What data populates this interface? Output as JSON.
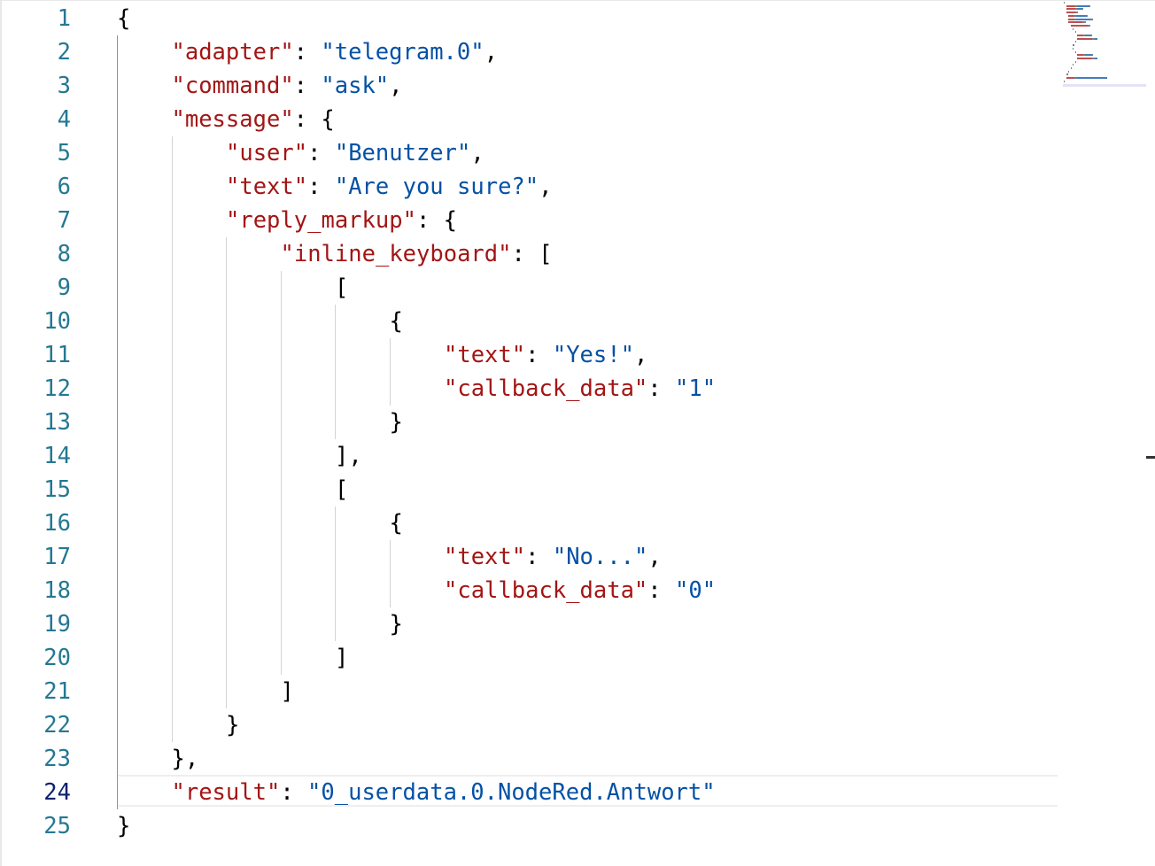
{
  "editor": {
    "language": "json",
    "active_line": 24,
    "colors": {
      "key": "#a31515",
      "string": "#0451a5",
      "punctuation": "#000000",
      "line_number": "#237893",
      "line_number_active": "#0b216f"
    }
  },
  "lines": [
    {
      "number": "1",
      "tokens": [
        {
          "t": "p",
          "v": "{"
        }
      ]
    },
    {
      "number": "2",
      "tokens": [
        {
          "t": "k",
          "v": "\"adapter\""
        },
        {
          "t": "p",
          "v": ": "
        },
        {
          "t": "s",
          "v": "\"telegram.0\""
        },
        {
          "t": "p",
          "v": ","
        }
      ]
    },
    {
      "number": "3",
      "tokens": [
        {
          "t": "k",
          "v": "\"command\""
        },
        {
          "t": "p",
          "v": ": "
        },
        {
          "t": "s",
          "v": "\"ask\""
        },
        {
          "t": "p",
          "v": ","
        }
      ]
    },
    {
      "number": "4",
      "tokens": [
        {
          "t": "k",
          "v": "\"message\""
        },
        {
          "t": "p",
          "v": ": {"
        }
      ]
    },
    {
      "number": "5",
      "tokens": [
        {
          "t": "k",
          "v": "\"user\""
        },
        {
          "t": "p",
          "v": ": "
        },
        {
          "t": "s",
          "v": "\"Benutzer\""
        },
        {
          "t": "p",
          "v": ","
        }
      ]
    },
    {
      "number": "6",
      "tokens": [
        {
          "t": "k",
          "v": "\"text\""
        },
        {
          "t": "p",
          "v": ": "
        },
        {
          "t": "s",
          "v": "\"Are you sure?\""
        },
        {
          "t": "p",
          "v": ","
        }
      ]
    },
    {
      "number": "7",
      "tokens": [
        {
          "t": "k",
          "v": "\"reply_markup\""
        },
        {
          "t": "p",
          "v": ": {"
        }
      ]
    },
    {
      "number": "8",
      "tokens": [
        {
          "t": "k",
          "v": "\"inline_keyboard\""
        },
        {
          "t": "p",
          "v": ": ["
        }
      ]
    },
    {
      "number": "9",
      "tokens": [
        {
          "t": "p",
          "v": "["
        }
      ]
    },
    {
      "number": "10",
      "tokens": [
        {
          "t": "p",
          "v": "{"
        }
      ]
    },
    {
      "number": "11",
      "tokens": [
        {
          "t": "k",
          "v": "\"text\""
        },
        {
          "t": "p",
          "v": ": "
        },
        {
          "t": "s",
          "v": "\"Yes!\""
        },
        {
          "t": "p",
          "v": ","
        }
      ]
    },
    {
      "number": "12",
      "tokens": [
        {
          "t": "k",
          "v": "\"callback_data\""
        },
        {
          "t": "p",
          "v": ": "
        },
        {
          "t": "s",
          "v": "\"1\""
        }
      ]
    },
    {
      "number": "13",
      "tokens": [
        {
          "t": "p",
          "v": "}"
        }
      ]
    },
    {
      "number": "14",
      "tokens": [
        {
          "t": "p",
          "v": "],"
        }
      ]
    },
    {
      "number": "15",
      "tokens": [
        {
          "t": "p",
          "v": "["
        }
      ]
    },
    {
      "number": "16",
      "tokens": [
        {
          "t": "p",
          "v": "{"
        }
      ]
    },
    {
      "number": "17",
      "tokens": [
        {
          "t": "k",
          "v": "\"text\""
        },
        {
          "t": "p",
          "v": ": "
        },
        {
          "t": "s",
          "v": "\"No...\""
        },
        {
          "t": "p",
          "v": ","
        }
      ]
    },
    {
      "number": "18",
      "tokens": [
        {
          "t": "k",
          "v": "\"callback_data\""
        },
        {
          "t": "p",
          "v": ": "
        },
        {
          "t": "s",
          "v": "\"0\""
        }
      ]
    },
    {
      "number": "19",
      "tokens": [
        {
          "t": "p",
          "v": "}"
        }
      ]
    },
    {
      "number": "20",
      "tokens": [
        {
          "t": "p",
          "v": "]"
        }
      ]
    },
    {
      "number": "21",
      "tokens": [
        {
          "t": "p",
          "v": "]"
        }
      ]
    },
    {
      "number": "22",
      "tokens": [
        {
          "t": "p",
          "v": "}"
        }
      ]
    },
    {
      "number": "23",
      "tokens": [
        {
          "t": "p",
          "v": "},"
        }
      ]
    },
    {
      "number": "24",
      "tokens": [
        {
          "t": "k",
          "v": "\"result\""
        },
        {
          "t": "p",
          "v": ": "
        },
        {
          "t": "s",
          "v": "\"0_userdata.0.NodeRed.Antwort\""
        }
      ]
    },
    {
      "number": "25",
      "tokens": [
        {
          "t": "p",
          "v": "}"
        }
      ]
    }
  ]
}
